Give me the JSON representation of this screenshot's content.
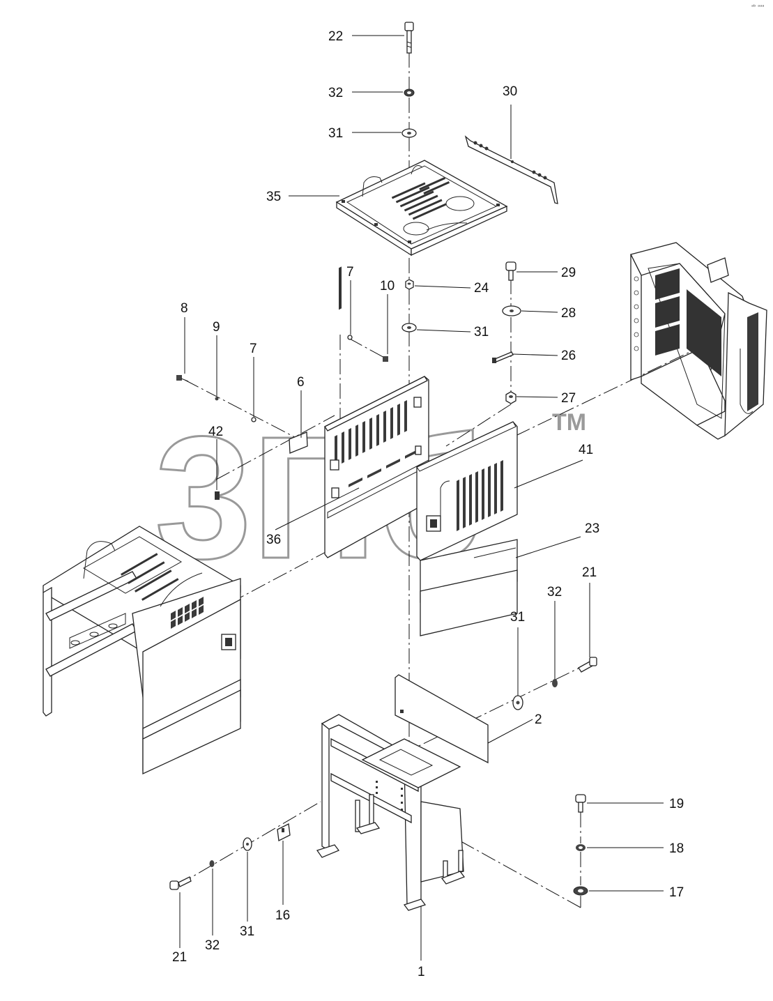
{
  "watermark": {
    "text": "3Пб",
    "tm": "TM"
  },
  "corner_mark": "ᵃᵇ ᵃᵃᵃ",
  "callouts": {
    "c22": "22",
    "c32a": "32",
    "c31a": "31",
    "c30": "30",
    "c35": "35",
    "c7a": "7",
    "c10": "10",
    "c24": "24",
    "c31b": "31",
    "c29": "29",
    "c28": "28",
    "c26": "26",
    "c27": "27",
    "c8": "8",
    "c9": "9",
    "c7b": "7",
    "c6": "6",
    "c42": "42",
    "c41": "41",
    "c36": "36",
    "c23": "23",
    "c21a": "21",
    "c32b": "32",
    "c31c": "31",
    "c2": "2",
    "c19": "19",
    "c18": "18",
    "c17": "17",
    "c21b": "21",
    "c32c": "32",
    "c31d": "31",
    "c16": "16",
    "c1": "1"
  }
}
